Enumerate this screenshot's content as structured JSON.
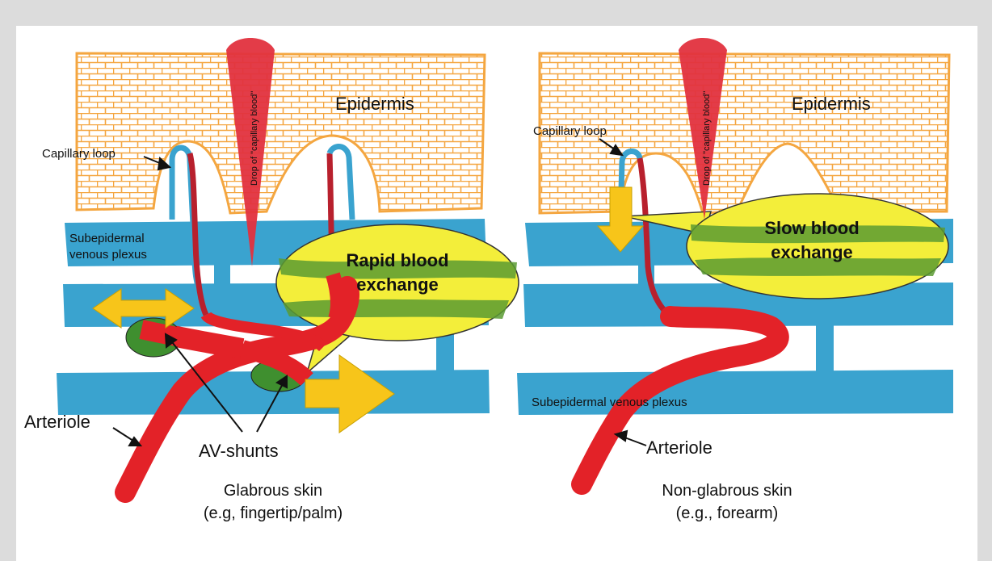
{
  "colors": {
    "background": "#dcdcdc",
    "epidermis_fill": "#f4a640",
    "vein": "#3aa3cf",
    "artery": "#e32228",
    "green": "#5b9b32",
    "exchange_yellow": "#f3ee3a",
    "arrow_yellow": "#f7c51a",
    "shunt_green": "#3f8f2f"
  },
  "left_panel": {
    "epidermis": "Epidermis",
    "drop": "Drop of \"capillary blood\"",
    "capillary_loop": "Capillary loop",
    "plexus_line1": "Subepidermal",
    "plexus_line2": "venous plexus",
    "exchange_line1": "Rapid blood",
    "exchange_line2": "exchange",
    "arteriole": "Arteriole",
    "shunts": "AV-shunts",
    "caption_line1": "Glabrous skin",
    "caption_line2": "(e.g, fingertip/palm)"
  },
  "right_panel": {
    "epidermis": "Epidermis",
    "drop": "Drop of \"capillary blood\"",
    "capillary_loop": "Capillary loop",
    "plexus": "Subepidermal venous plexus",
    "exchange_line1": "Slow blood",
    "exchange_line2": "exchange",
    "arteriole": "Arteriole",
    "caption_line1": "Non-glabrous skin",
    "caption_line2": "(e.g., forearm)"
  }
}
